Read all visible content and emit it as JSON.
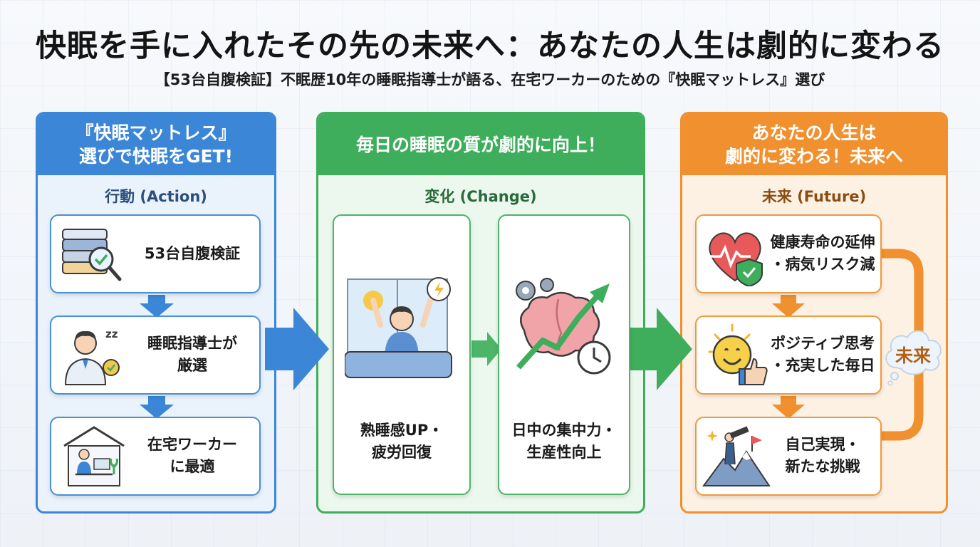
{
  "title": "快眠を手に入れたその先の未来へ：あなたの人生は劇的に変わる",
  "subtitle": "【53台自腹検証】不眠歴10年の睡眠指導士が語る、在宅ワーカーのための『快眠マットレス』選び",
  "colors": {
    "action": "#3b86d6",
    "change": "#3fae5c",
    "future": "#f0902e"
  },
  "action": {
    "header_line1": "『快眠マットレス』",
    "header_line2": "選びで快眠をGET!",
    "label": "行動 (Action)",
    "cards": [
      {
        "icon": "mattress-magnifier-icon",
        "line1": "53台自腹検証",
        "line2": ""
      },
      {
        "icon": "sleep-instructor-icon",
        "line1": "睡眠指導士が",
        "line2": "厳選"
      },
      {
        "icon": "home-worker-icon",
        "line1": "在宅ワーカー",
        "line2": "に最適"
      }
    ]
  },
  "change": {
    "header": "毎日の睡眠の質が劇的に向上！",
    "label": "変化 (Change)",
    "cards": [
      {
        "icon": "refreshed-wakeup-icon",
        "line1": "熟睡感UP・",
        "line2": "疲労回復"
      },
      {
        "icon": "brain-growth-icon",
        "line1": "日中の集中力・",
        "line2": "生産性向上"
      }
    ]
  },
  "future": {
    "header_line1": "あなたの人生は",
    "header_line2": "劇的に変わる！未来へ",
    "label": "未来 (Future)",
    "cards": [
      {
        "icon": "heart-shield-icon",
        "line1": "健康寿命の延伸",
        "line2": "・病気リスク減"
      },
      {
        "icon": "smiley-thumbs-up-icon",
        "line1": "ポジティブ思考",
        "line2": "・充実した毎日"
      },
      {
        "icon": "mountain-telescope-icon",
        "line1": "自己実現・",
        "line2": "新たな挑戦"
      }
    ],
    "bubble": "未来"
  }
}
